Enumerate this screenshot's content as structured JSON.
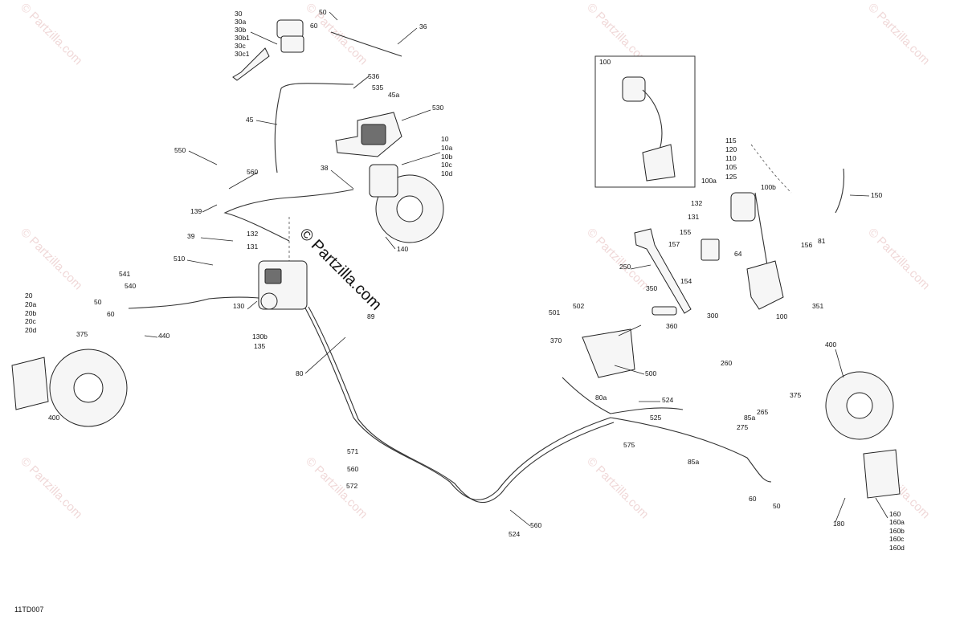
{
  "diagram": {
    "code": "11TD007",
    "watermark_small": "© Partzilla.com",
    "watermark_center": "© Partzilla.com",
    "inset_title": "100",
    "callouts": [
      "30",
      "30a",
      "30b",
      "30b1",
      "30c",
      "30c1",
      "50",
      "60",
      "36",
      "536",
      "535",
      "45a",
      "530",
      "45",
      "10",
      "10a",
      "10b",
      "10c",
      "10d",
      "550",
      "560",
      "38",
      "139",
      "132",
      "131",
      "39",
      "510",
      "541",
      "540",
      "50",
      "60",
      "130",
      "130b",
      "135",
      "140",
      "80",
      "89",
      "20",
      "20a",
      "20b",
      "20c",
      "20d",
      "375",
      "440",
      "400",
      "571",
      "560",
      "572",
      "524",
      "560",
      "115",
      "120",
      "110",
      "105",
      "125",
      "100a",
      "100b",
      "132",
      "131",
      "155",
      "157",
      "154",
      "156",
      "81",
      "150",
      "64",
      "250",
      "350",
      "300",
      "100",
      "351",
      "501",
      "502",
      "360",
      "370",
      "500",
      "260",
      "400",
      "80a",
      "524",
      "525",
      "575",
      "85a",
      "265",
      "85a",
      "275",
      "375",
      "60",
      "50",
      "160",
      "160a",
      "160b",
      "160c",
      "160d",
      "180"
    ]
  }
}
